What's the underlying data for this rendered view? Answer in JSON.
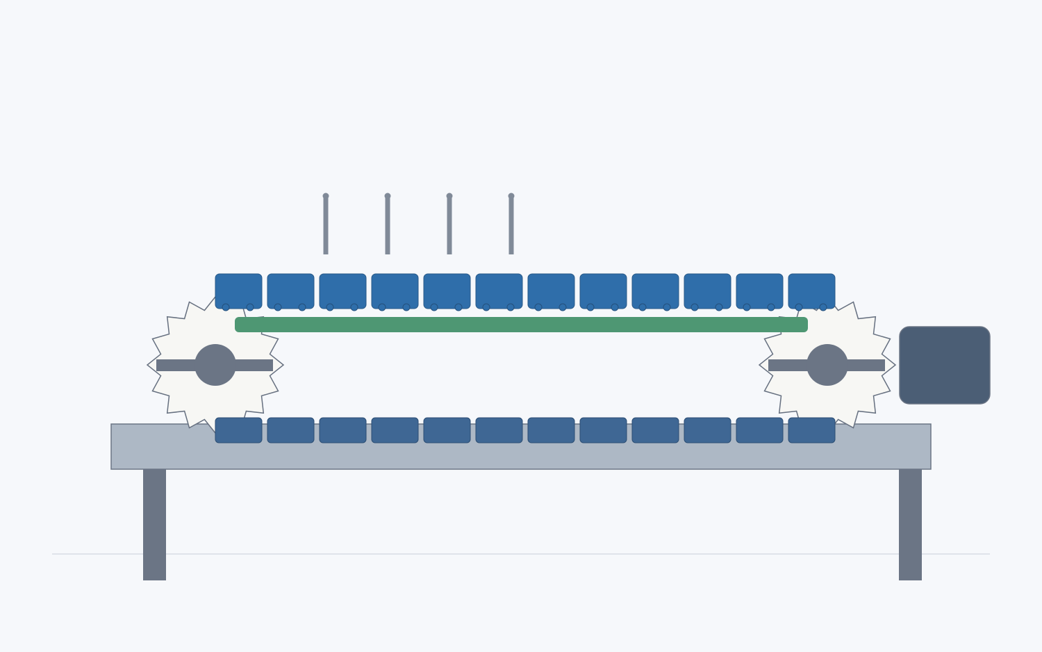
{
  "scene": {
    "description_free": true,
    "top_run_slat_count": 12,
    "bottom_run_slat_count": 12,
    "vertical_pin_count": 4,
    "sprocket_count": 2,
    "sprocket_tooth_count": 16
  },
  "colors": {
    "background": "#f6f8fb",
    "floor_line": "#dfe3ea",
    "table_top": "#adb8c5",
    "table_top_stroke": "#6b7585",
    "table_leg": "#6b7585",
    "slat_top": "#2f6eaa",
    "slat_top_stroke": "#2a5a88",
    "slat_bottom": "#3f6794",
    "slat_bottom_stroke": "#2c4e74",
    "roller": "#2f6eaa",
    "roller_stroke": "#24507c",
    "guide_rail": "#4e9773",
    "sprocket_fill": "#f7f7f4",
    "sprocket_stroke": "#667080",
    "hub": "#6b7585",
    "axle_bar": "#6b7585",
    "pin": "#808a98",
    "motor_box": "#4b5e75",
    "motor_box_stroke": "#6b7585"
  },
  "icons": {
    "sprocket": "gear-icon",
    "motor": "motor-box",
    "pin": "vertical-pin"
  }
}
